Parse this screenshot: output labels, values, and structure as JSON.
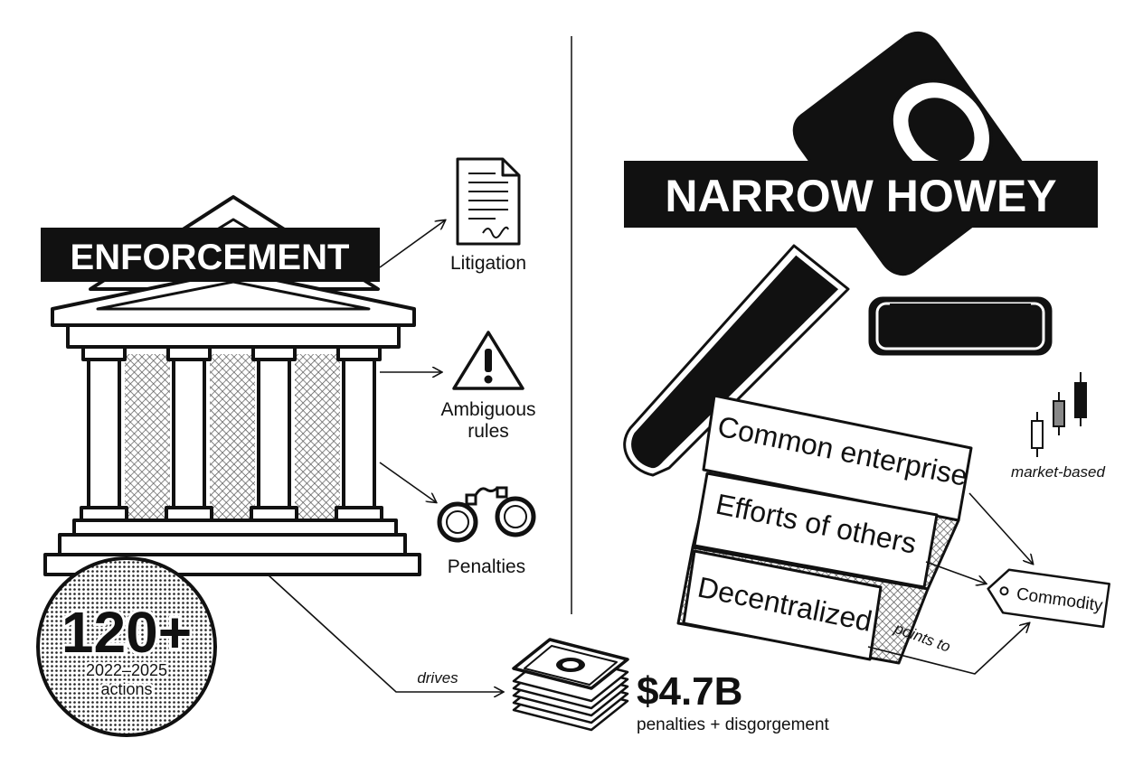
{
  "left_panel": {
    "title": "ENFORCEMENT",
    "outcomes": [
      {
        "label": "Litigation",
        "icon": "document-icon"
      },
      {
        "label_lines": [
          "Ambiguous",
          "rules"
        ],
        "icon": "warning-icon"
      },
      {
        "label": "Penalties",
        "icon": "handcuffs-icon"
      }
    ],
    "count_badge": {
      "value": "120+",
      "years": "2022–2025",
      "unit": "actions"
    },
    "flow_label": "drives",
    "penalty_total": {
      "value": "$4.7B",
      "caption": "penalties + disgorgement"
    }
  },
  "right_panel": {
    "title": "NARROW HOWEY",
    "ribbon_items": [
      "Common enterprise",
      "Efforts of others",
      "Decentralized"
    ],
    "tag_label": "Commodity",
    "market_label": "market-based",
    "pointer_label": "points to"
  },
  "colors": {
    "ink": "#111111",
    "paper": "#ffffff",
    "hatch": "#7a7a7a"
  }
}
